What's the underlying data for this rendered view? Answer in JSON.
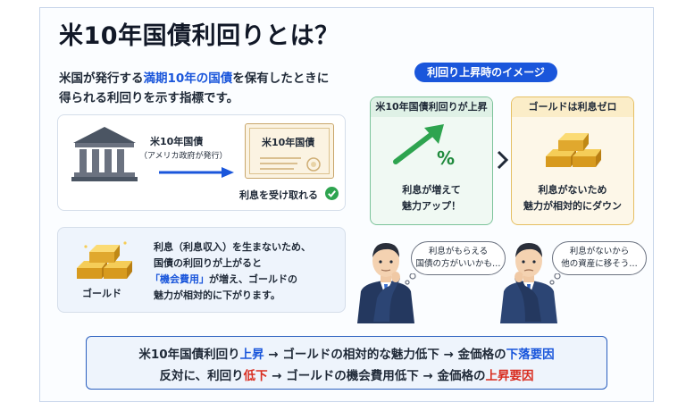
{
  "title": "米10年国債利回りとは？",
  "lead": {
    "line1_pre": "米国が発行する",
    "line1_highlight": "満期10年の国債",
    "line1_post": "を保有したときに",
    "line2": "得られる利回りを示す指標です。"
  },
  "bond": {
    "label": "米10年国債",
    "issuer": "（アメリカ政府が発行）",
    "certificate_title": "米10年国債",
    "interest_text": "利息を受け取れる"
  },
  "gold": {
    "label": "ゴールド",
    "line1": "利息（利息収入）を生まないため、",
    "line2": "国債の利回りが上がると",
    "line3_highlight": "「機会費用」",
    "line3_post": "が増え、ゴールドの",
    "line4": "魅力が相対的に下がります。"
  },
  "image_panel": {
    "pill": "利回り上昇時のイメージ",
    "left_card": {
      "head": "米10年国債利回りが上昇",
      "percent": "%",
      "line1": "利息が増えて",
      "line2": "魅力アップ！"
    },
    "right_card": {
      "head": "ゴールドは利息ゼロ",
      "line1": "利息がないため",
      "line2": "魅力が相対的にダウン"
    },
    "bubble_left": {
      "line1": "利息がもらえる",
      "line2": "国債の方がいいかも…"
    },
    "bubble_right": {
      "line1": "利息がないから",
      "line2": "他の資産に移そう…"
    }
  },
  "summary": {
    "row1": {
      "a": "米10年国債利回り",
      "a_hl": "上昇",
      "b": "→ ゴールドの相対的な魅力低下 → 金価格の",
      "b_hl": "下落要因"
    },
    "row2": {
      "a": "反対に、利回り",
      "a_hl": "低下",
      "b": "→ ゴールドの機会費用低下 → 金価格の",
      "b_hl": "上昇要因"
    }
  },
  "colors": {
    "accent_blue": "#1a56db",
    "accent_red": "#d92d20",
    "green_arrow": "#2ea44f",
    "gold": "#e0a82e"
  }
}
